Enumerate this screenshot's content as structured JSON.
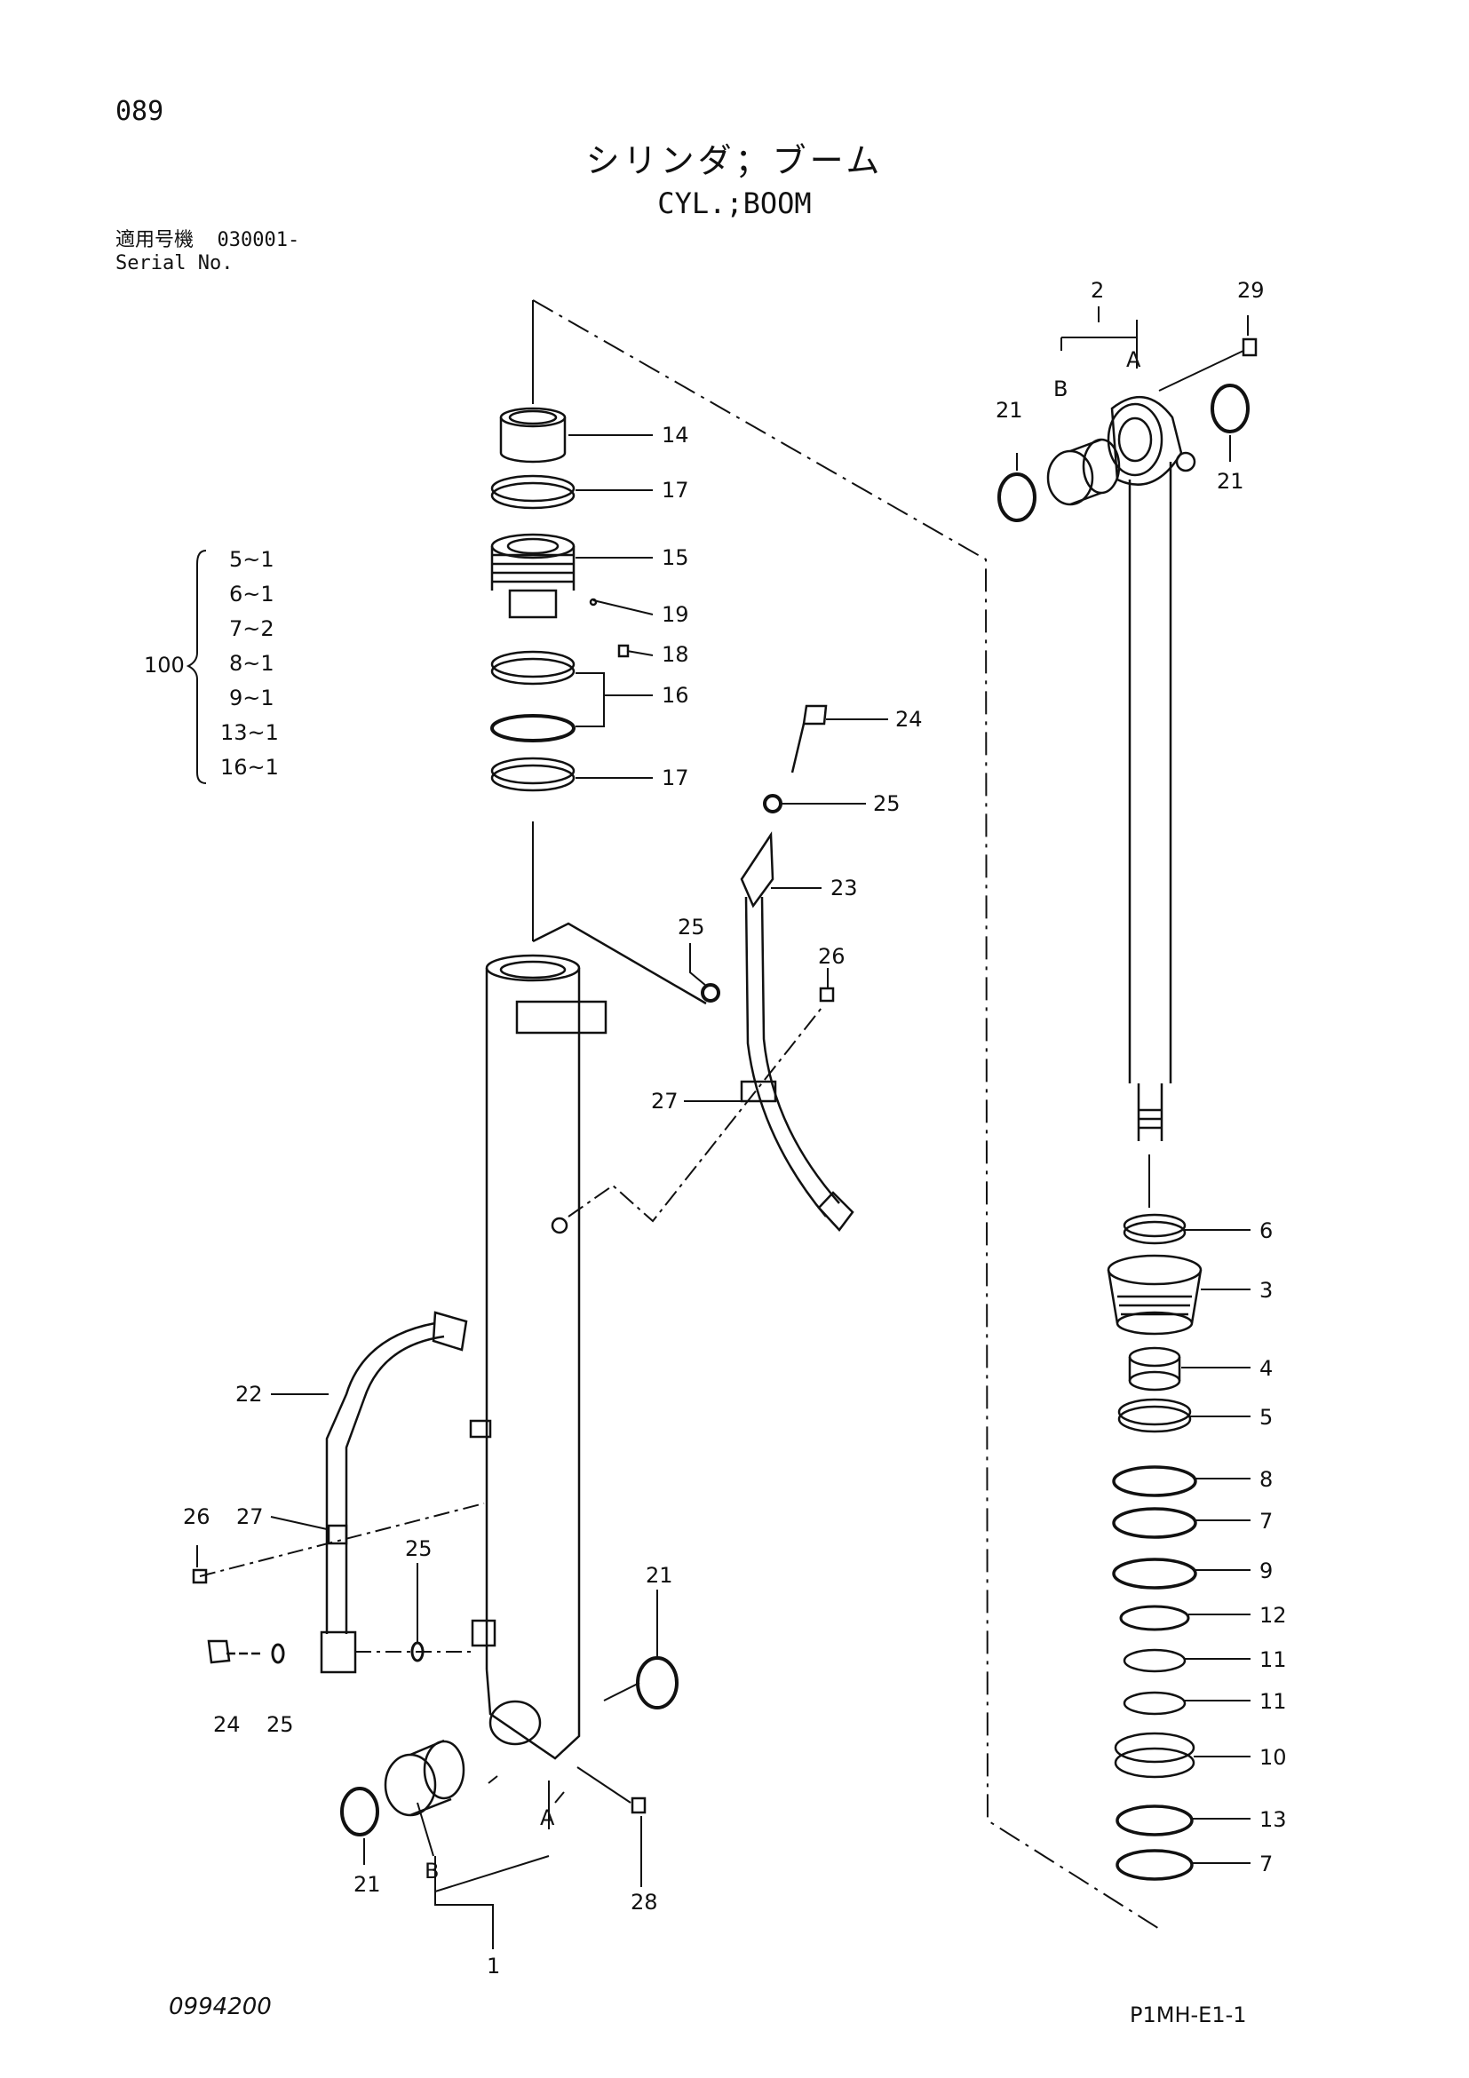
{
  "header": {
    "page_number": "089",
    "title_jp": "シリンダ；ブーム",
    "title_en": "CYL.;BOOM",
    "serial_label_jp": "適用号機",
    "serial_value": "030001-",
    "serial_label_en": "Serial No."
  },
  "kit": {
    "number": "100",
    "items": [
      "5~1",
      "6~1",
      "7~2",
      "8~1",
      "9~1",
      "13~1",
      "16~1"
    ]
  },
  "callouts": {
    "c14": "14",
    "c17a": "17",
    "c15": "15",
    "c19": "19",
    "c18": "18",
    "c16": "16",
    "c17b": "17",
    "c24a": "24",
    "c25a": "25",
    "c23": "23",
    "c25b": "25",
    "c26a": "26",
    "c27a": "27",
    "c22": "22",
    "c26b": "26",
    "c27b": "27",
    "c25c": "25",
    "c24b": "24",
    "c25d": "25",
    "c21a": "21",
    "c21b": "21",
    "c28": "28",
    "cA1": "A",
    "cB1": "B",
    "c1": "1",
    "c2": "2",
    "c29": "29",
    "cA2": "A",
    "cB2": "B",
    "c21c": "21",
    "c21d": "21",
    "c6": "6",
    "c3": "3",
    "c4": "4",
    "c5": "5",
    "c8": "8",
    "c7a": "7",
    "c9": "9",
    "c12": "12",
    "c11a": "11",
    "c11b": "11",
    "c10": "10",
    "c13": "13",
    "c7b": "7"
  },
  "footer": {
    "doc_code": "0994200",
    "figure_code": "P1MH-E1-1"
  }
}
